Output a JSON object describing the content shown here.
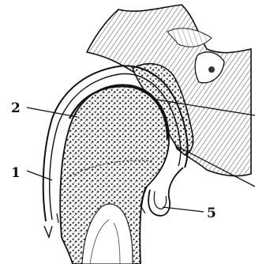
{
  "labels": {
    "one": "1",
    "two": "2",
    "five": "5"
  },
  "colors": {
    "ink": "#111111",
    "paper": "#ffffff",
    "bone": "#f2f2f2"
  }
}
